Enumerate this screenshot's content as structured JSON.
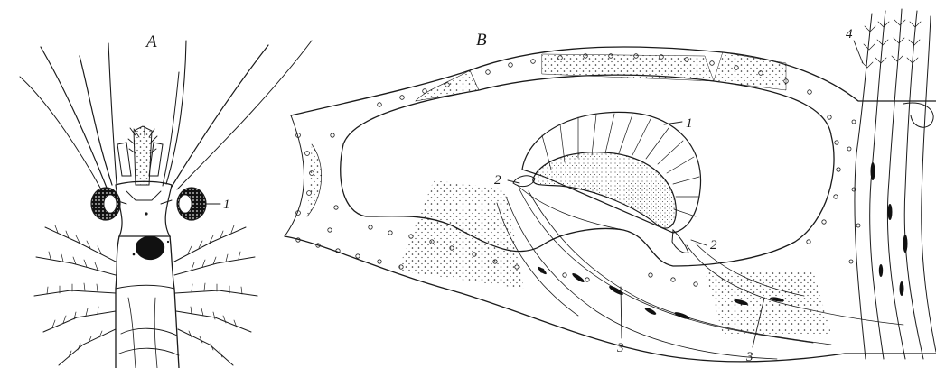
{
  "figure": {
    "panel_a": {
      "label": "A",
      "callouts": {
        "c1": "1"
      }
    },
    "panel_b": {
      "label": "B",
      "callouts": {
        "c1": "1",
        "c2a": "2",
        "c2b": "2",
        "c3a": "3",
        "c3b": "3",
        "c4": "4"
      }
    }
  },
  "colors": {
    "ink": "#1a1a1a",
    "paper": "#ffffff"
  }
}
